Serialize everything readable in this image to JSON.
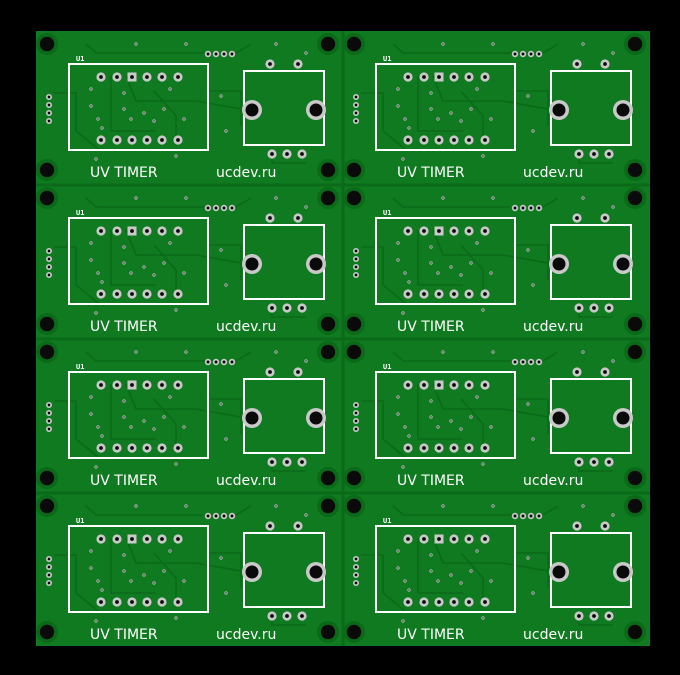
{
  "board": {
    "panel_label": "UV TIMER",
    "site_label": "ucdev.ru",
    "designator": "U1",
    "rows": 4,
    "cols": 2,
    "colors": {
      "board": "#0f7a1f",
      "board_dark": "#0b6a19",
      "silkscreen": "#ffffff",
      "pad": "#c9c9c9",
      "hole": "#0a0a0a",
      "background": "#000000"
    }
  }
}
